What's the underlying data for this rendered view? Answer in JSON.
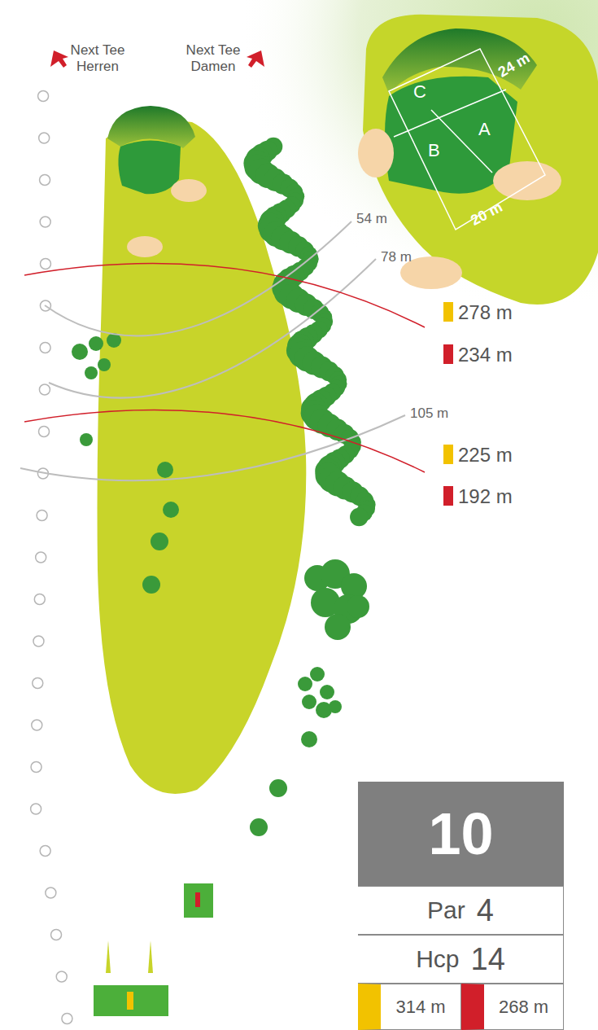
{
  "diagram": {
    "nodes": [
      {
        "text": [
          "10"
        ]
      },
      {
        "text": [
          "Par",
          "4"
        ]
      },
      {
        "text": [
          "Hcp",
          "14"
        ]
      },
      {
        "text": [
          "314 m"
        ]
      },
      {
        "text": [
          "268 m"
        ]
      }
    ],
    "labels": [
      "Next Tee Herren",
      "Next Tee Damen",
      "C",
      "B",
      "A",
      "24 m",
      "20 m",
      "54 m",
      "78 m",
      "278 m",
      "234 m",
      "105 m",
      "225 m",
      "192 m"
    ]
  }
}
